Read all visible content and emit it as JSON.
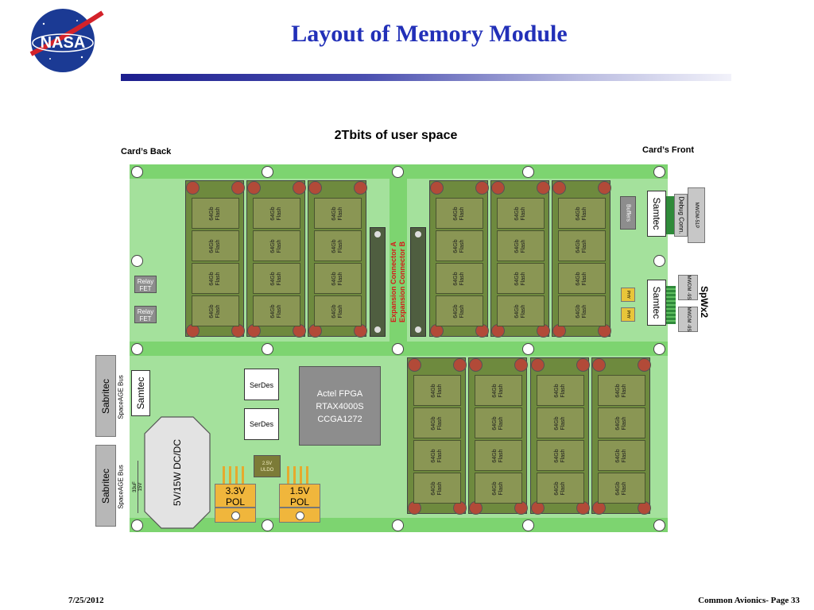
{
  "slide": {
    "title": "Layout of Memory Module",
    "footer_date": "7/25/2012",
    "footer_page": "Common Avionics- Page 33",
    "logo_text": "NASA"
  },
  "diagram": {
    "subtitle": "2Tbits of user space",
    "cards_back": "Card’s Back",
    "cards_front": "Card’s Front",
    "flash_line1": "64Gb",
    "flash_line2": "Flash",
    "relay1": "Relay FET",
    "relay2": "Relay FET",
    "expansion_a": "Expansion Connector A",
    "expansion_b": "Expansion Connector B",
    "buffers": "Buffers",
    "samtec": "Samtec",
    "debug_conn": "Debug Conn.",
    "mwdm_top": "MWDM-51P",
    "mwdm_spw1": "MWDM -9S",
    "mwdm_spw2": "MWDM -9S",
    "phy": "PHY",
    "spw": "SpWx2",
    "serdes": "SerDes",
    "fpga": [
      "Actel FPGA",
      "RTAX4000S",
      "CCGA1272"
    ],
    "uldo": [
      "2.5V",
      "ULDO"
    ],
    "pol33": [
      "3.3V",
      "POL"
    ],
    "pol15": [
      "1.5V",
      "POL"
    ],
    "dcdc": "5V/15W DC/DC",
    "sabritec": "Sabritec",
    "spaceage": "SpaceAGE Bus",
    "cap": [
      "33uF",
      "15V"
    ]
  }
}
